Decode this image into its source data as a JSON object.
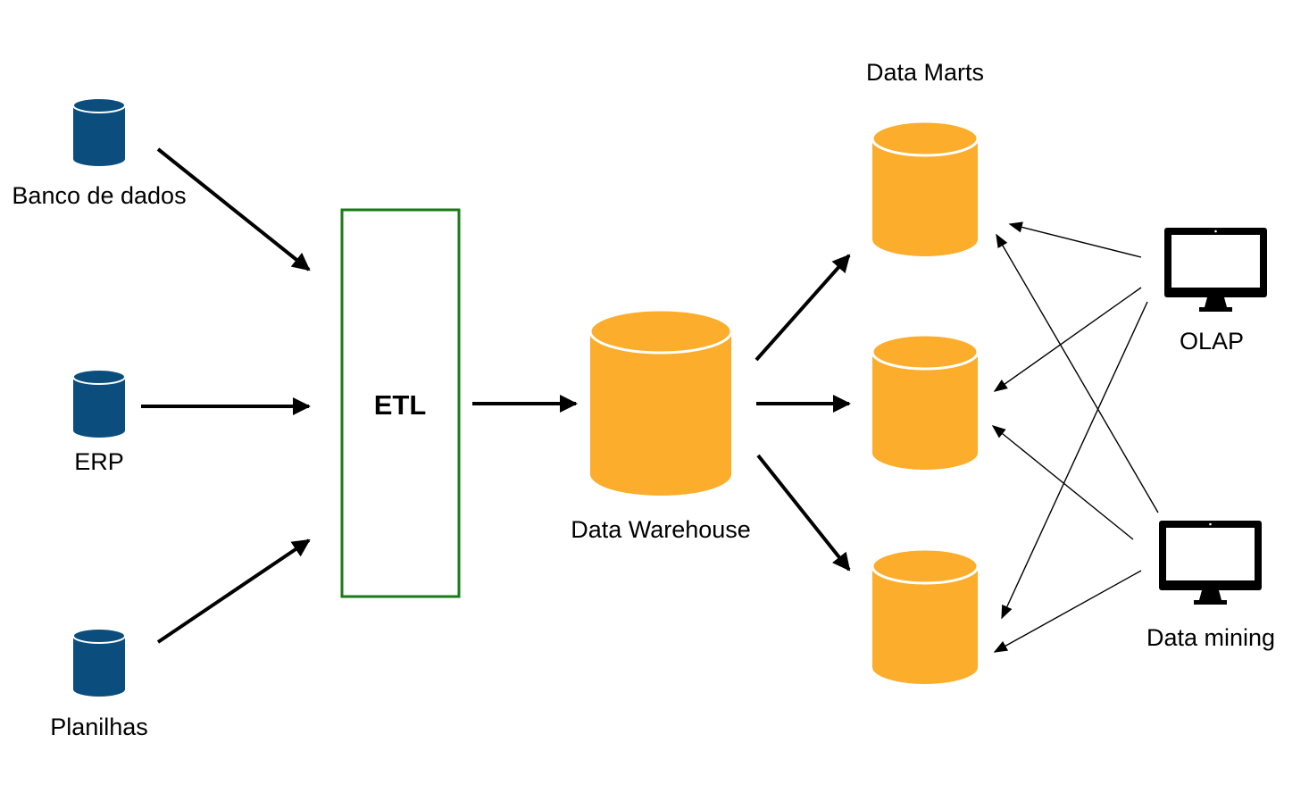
{
  "sources": [
    {
      "id": "db",
      "label": "Banco de dados"
    },
    {
      "id": "erp",
      "label": "ERP"
    },
    {
      "id": "sheets",
      "label": "Planilhas"
    }
  ],
  "etl": {
    "label": "ETL",
    "border_color": "#1a7a1a"
  },
  "warehouse": {
    "label": "Data Warehouse"
  },
  "marts": {
    "title": "Data Marts",
    "count": 3
  },
  "consumers": [
    {
      "id": "olap",
      "label": "OLAP"
    },
    {
      "id": "mining",
      "label": "Data mining"
    }
  ],
  "colors": {
    "source_db": "#0b4e7e",
    "storage": "#fbad2b",
    "line": "#000000"
  },
  "icons": {
    "source": "database-cylinder-icon",
    "storage": "database-cylinder-icon",
    "consumer": "monitor-icon"
  }
}
